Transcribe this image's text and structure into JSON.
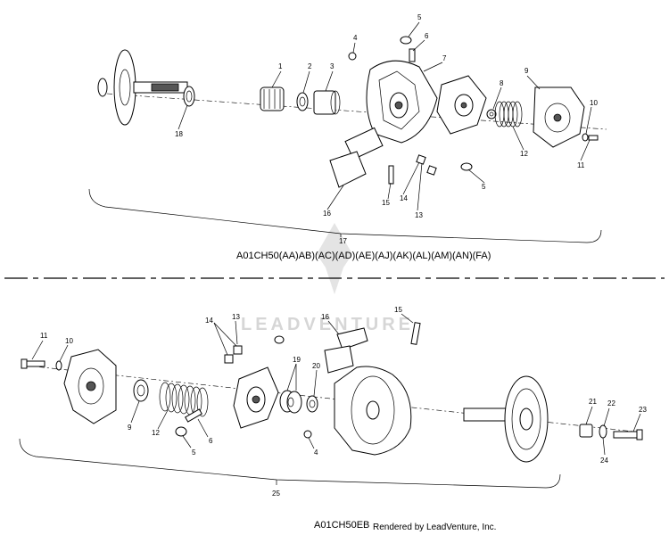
{
  "diagram": {
    "top_assembly": {
      "model_label": "A01CH50(AA)AB)(AC)(AD)(AE)(AJ)(AK)(AL)(AM)(AN)(FA)",
      "callouts": [
        "1",
        "2",
        "3",
        "4",
        "5",
        "6",
        "7",
        "8",
        "9",
        "10",
        "11",
        "12",
        "5",
        "13",
        "14",
        "15",
        "16",
        "17",
        "18"
      ]
    },
    "bottom_assembly": {
      "model_label": "A01CH50EB",
      "callouts": [
        "11",
        "10",
        "9",
        "12",
        "14",
        "13",
        "5",
        "6",
        "19",
        "20",
        "16",
        "15",
        "4",
        "21",
        "22",
        "23",
        "24",
        "25"
      ]
    },
    "watermark": "LEADVENTURE",
    "credit": "Rendered by LeadVenture, Inc."
  }
}
